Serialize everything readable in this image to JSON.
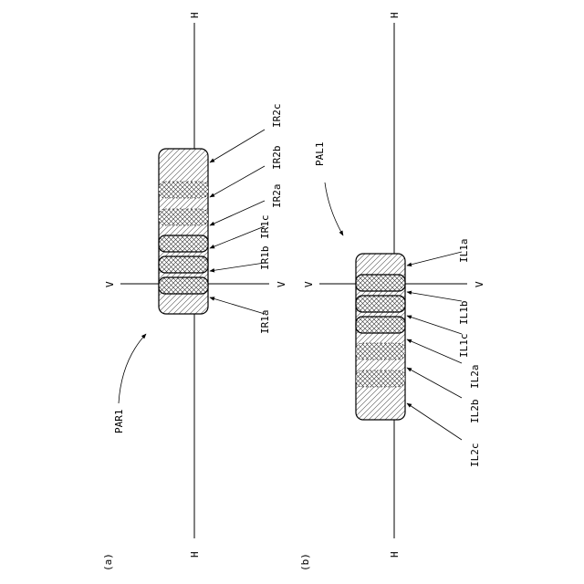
{
  "panel_a": {
    "caption": "(a)",
    "h_top": "H",
    "h_bottom": "H",
    "v_left": "V",
    "v_right": "V",
    "pointer": "PAR1",
    "labels": [
      "IR1a",
      "IR1b",
      "IR1c",
      "IR2a",
      "IR2b",
      "IR2c"
    ]
  },
  "panel_b": {
    "caption": "(b)",
    "h_top": "H",
    "h_bottom": "H",
    "v_left": "V",
    "v_right": "V",
    "pointer": "PAL1",
    "labels": [
      "IL1a",
      "IL1b",
      "IL1c",
      "IL2a",
      "IL2b",
      "IL2c"
    ]
  }
}
